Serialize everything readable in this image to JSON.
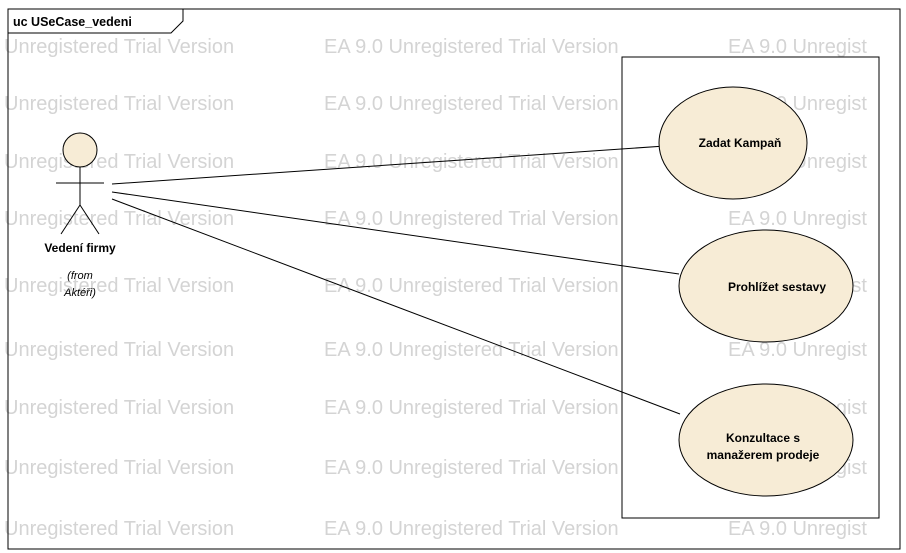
{
  "diagram": {
    "frame_title": "uc USeCase_vedeni",
    "watermark": {
      "text_a": "Unregistered Trial Version",
      "text_b": "EA 9.0 Unregistered Trial Version",
      "text_c": "EA 9.0 Unregist"
    },
    "actor": {
      "name": "Vedení firmy",
      "note_line1": "(from",
      "note_line2": "Aktéři)"
    },
    "use_cases": [
      {
        "lines": [
          "Zadat Kampaň"
        ]
      },
      {
        "lines": [
          "Prohlížet sestavy"
        ]
      },
      {
        "lines": [
          "Konzultace s",
          "manažerem prodeje"
        ]
      }
    ],
    "colors": {
      "use_case_fill": "#f7ecd6",
      "use_case_stroke": "#000000",
      "actor_head_fill": "#f7ecd6",
      "watermark": "#d4d4d4"
    }
  }
}
